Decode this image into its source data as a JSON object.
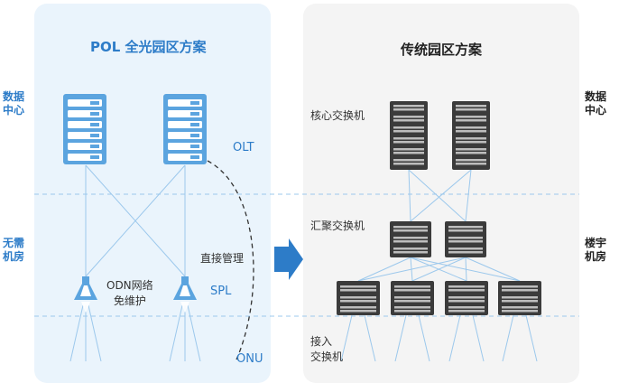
{
  "left_panel": {
    "title": "POL 全光园区方案",
    "olt_label": "OLT",
    "direct_mgmt_label": "直接管理",
    "odn_label_line1": "ODN网络",
    "odn_label_line2": "免维护",
    "spl_label": "SPL",
    "onu_label": "ONU"
  },
  "right_panel": {
    "title": "传统园区方案",
    "core_switch_label": "核心交换机",
    "aggregation_switch_label": "汇聚交换机",
    "access_switch_label_line1": "接入",
    "access_switch_label_line2": "交换机"
  },
  "zones_left": {
    "data_center_line1": "数据",
    "data_center_line2": "中心",
    "no_room_line1": "无需",
    "no_room_line2": "机房"
  },
  "zones_right": {
    "data_center_line1": "数据",
    "data_center_line2": "中心",
    "building_room_line1": "楼宇",
    "building_room_line2": "机房"
  },
  "colors": {
    "accent_blue": "#2d7cc8",
    "device_blue": "#5ba4df",
    "device_dark": "#3b3b3b",
    "line_blue": "#9cc8ec",
    "left_panel_bg": "#eaf4fc",
    "right_panel_bg": "#f4f4f4"
  }
}
